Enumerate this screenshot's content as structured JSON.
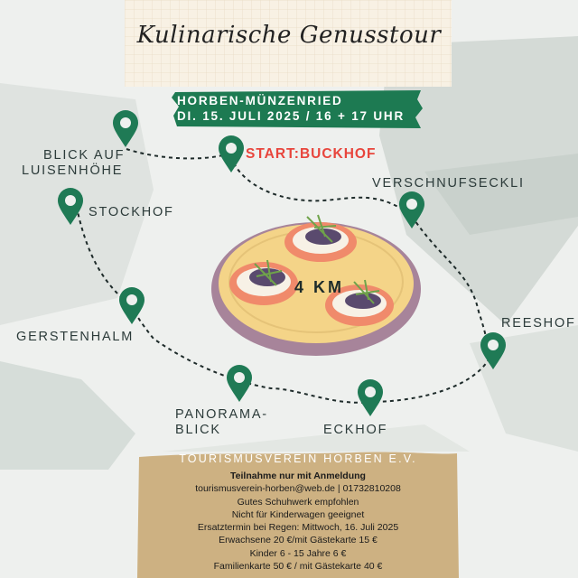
{
  "title": "Kulinarische Genusstour",
  "banner": {
    "line1": "HORBEN-MÜNZENRIED",
    "line2": "DI. 15. JULI 2025 / 16 + 17 UHR"
  },
  "start_label": "START:BUCKHOF",
  "distance": "4 KM",
  "stops": {
    "blick_auf_line1": "BLICK AUF",
    "blick_auf_line2": "LUISENHÖHE",
    "stockhof": "STOCKHOF",
    "gerstenhalm": "GERSTENHALM",
    "panorama_line1": "PANORAMA-",
    "panorama_line2": "BLICK",
    "eckhof": "ECKHOF",
    "reeshof": "REESHOF",
    "verschnufseckli": "VERSCHNUFSECKLI"
  },
  "footer": {
    "title": "TOURISMUSVEREIN HORBEN E.V.",
    "registration": "Teilnahme nur mit Anmeldung",
    "contact": "tourismusverein-horben@web.de | 01732810208",
    "shoes": "Gutes Schuhwerk empfohlen",
    "stroller": "Nicht für Kinderwagen geeignet",
    "rain_date": "Ersatztermin bei Regen: Mittwoch, 16. Juli 2025",
    "adults": "Erwachsene 20 €/mit Gästekarte 15 €",
    "children": "Kinder 6 - 15 Jahre 6 €",
    "family": "Familienkarte 50 € / mit Gästekarte 40 €"
  },
  "colors": {
    "pin_green": "#1f7a55",
    "start_red": "#e8453c",
    "banner_green": "#1d7a52",
    "footer_tan": "#cdb182",
    "plate_yellow": "#f4d488",
    "plate_rim": "#a7849a"
  },
  "icons": [
    "map-pin-icon",
    "food-plate-illustration"
  ]
}
